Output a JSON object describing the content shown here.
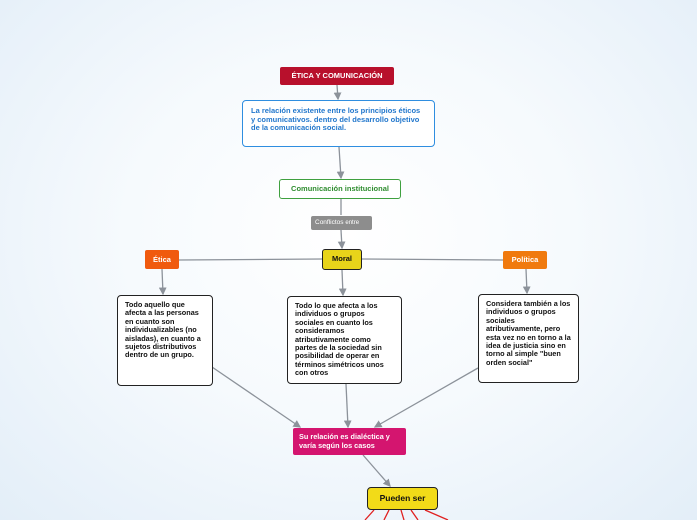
{
  "nodes": {
    "title": "ÉTICA Y COMUNICACIÓN",
    "intro": "La relación existente entre los principios éticos  y comunicativos. dentro del desarrollo objetivo de la comunicación social.",
    "institucional": "Comunicación institucional",
    "conflictos": "Conflictos",
    "conflictos_sub": "entre",
    "moral": "Moral",
    "etica": "Ética",
    "politica": "Política",
    "etica_desc": "Todo aquello que afecta a las personas en cuanto son individualizables (no aisladas), en cuanto a sujetos distributivos dentro de un grupo.",
    "moral_desc": "Todo lo que afecta a los individuos o grupos sociales en cuanto los consideramos atributivamente como partes de la sociedad sin posibilidad de operar en términos simétricos unos con otros",
    "politica_desc": "Considera también a los individuos o grupos sociales atributivamente, pero esta vez no en torno a la idea de justicia sino en torno al simple \"buen orden social\"",
    "dialectica": "Su relación es dialéctica y varía según los casos",
    "pueden": "Pueden ser"
  },
  "colors": {
    "title": "#b8102c",
    "intro_border": "#2f8ee0",
    "institucional": "#3fa03f",
    "conflictos": "#8d8d8d",
    "moral": "#e8d41a",
    "etica": "#f05a0e",
    "politica": "#f07a0e",
    "dialectica": "#d4156f",
    "pueden": "#f2db18",
    "connector": "#8c929a",
    "red_branches": "#e02020"
  }
}
